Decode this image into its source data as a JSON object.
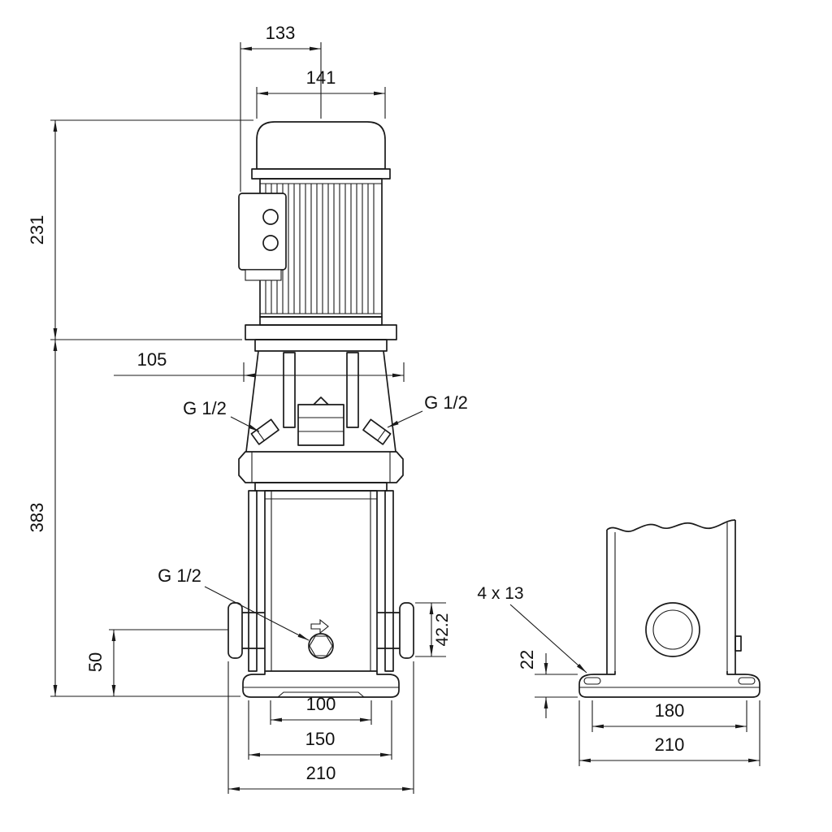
{
  "front_view": {
    "labels": {
      "dim_133": "133",
      "dim_141": "141",
      "dim_231": "231",
      "dim_105": "105",
      "dim_383": "383",
      "plug_top_left": "G 1/2",
      "plug_top_right": "G 1/2",
      "plug_drain": "G 1/2",
      "dim_50": "50",
      "dim_42_2": "42.2",
      "dim_100": "100",
      "dim_150": "150",
      "dim_210": "210"
    }
  },
  "side_view": {
    "labels": {
      "slot_spec": "4 x 13",
      "dim_22": "22",
      "dim_180": "180",
      "dim_210": "210"
    }
  }
}
